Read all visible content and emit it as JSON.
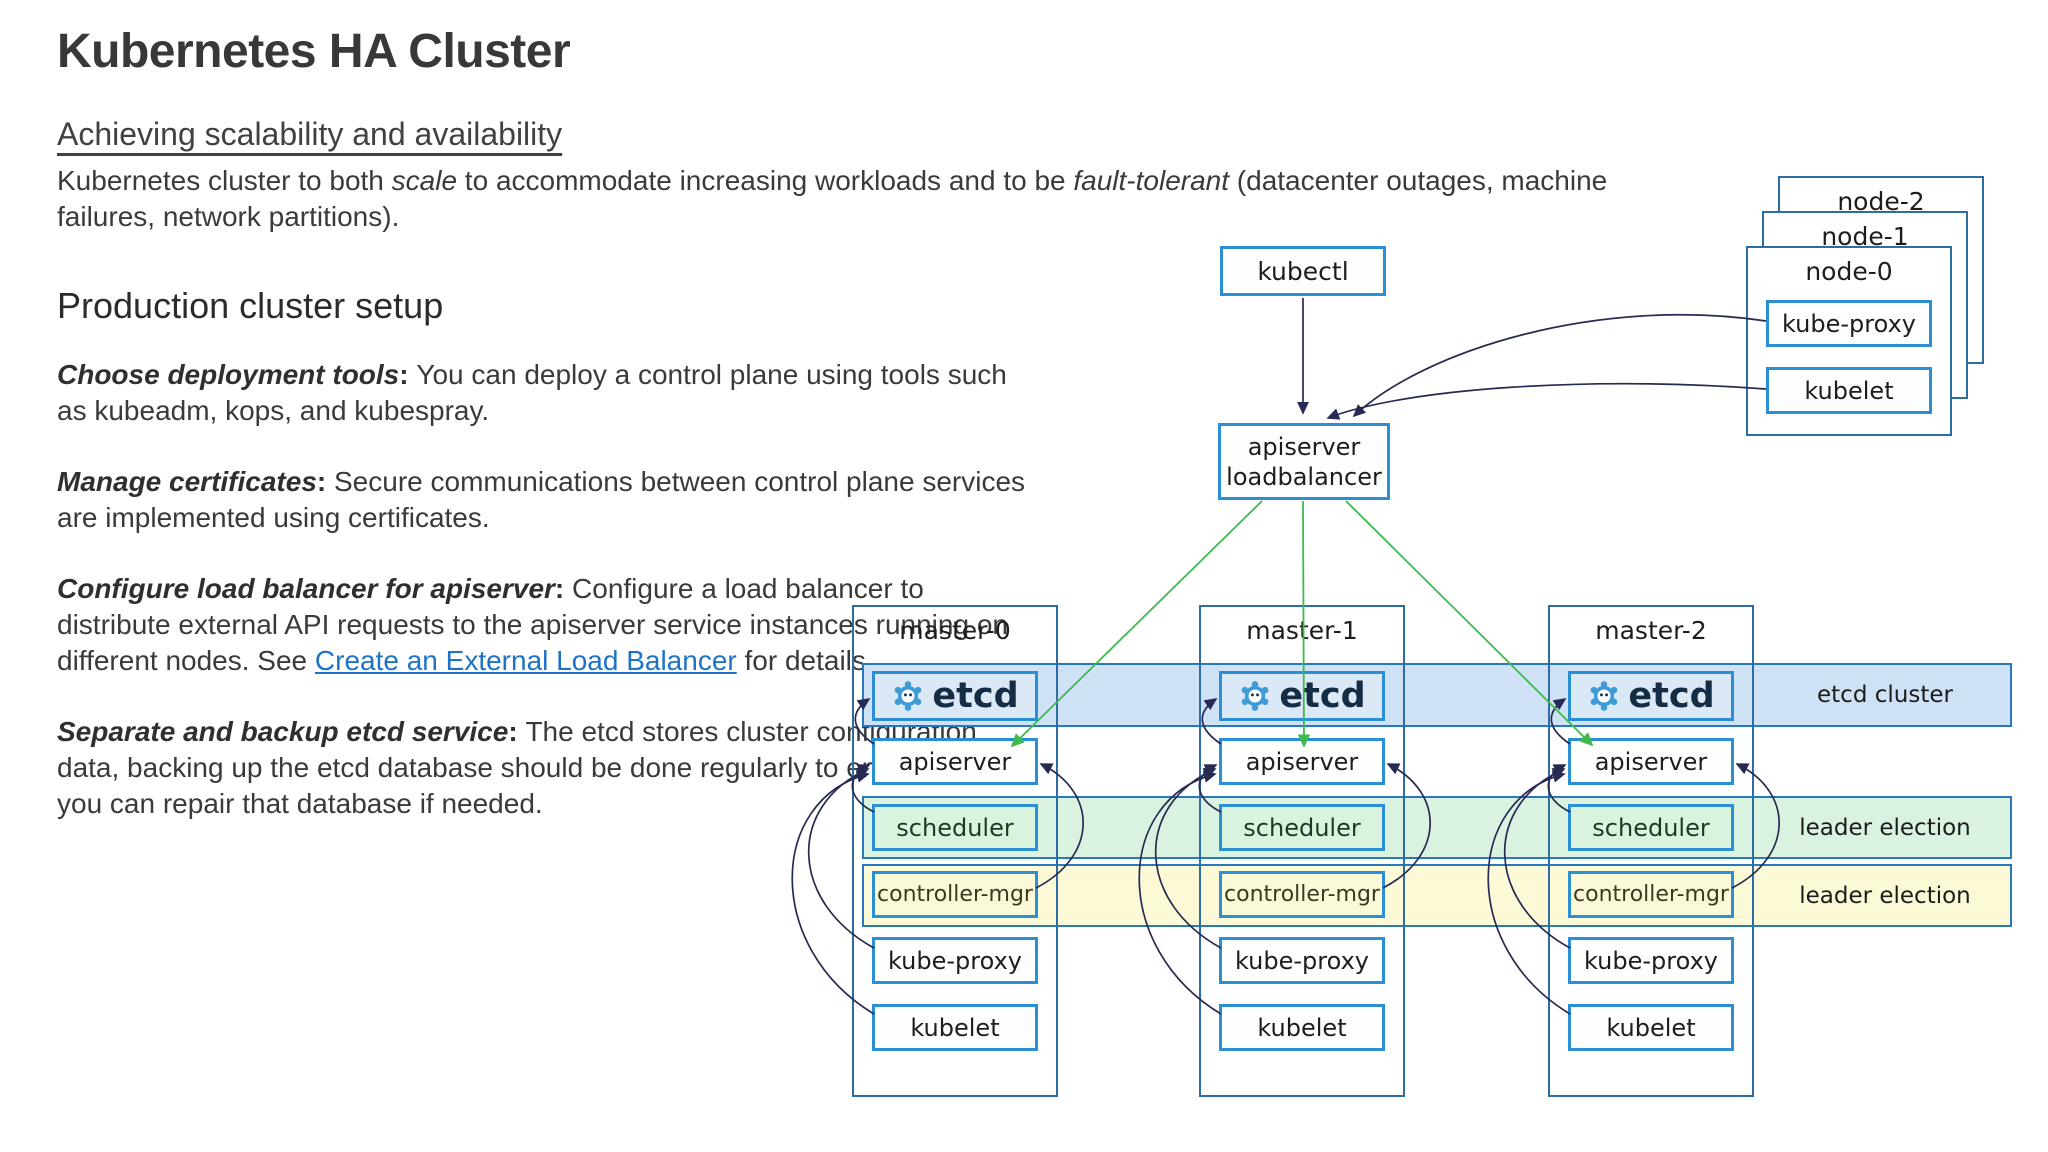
{
  "header": {
    "title": "Kubernetes HA Cluster",
    "subtitle": "Achieving scalability and availability",
    "intro": {
      "part1": "Kubernetes cluster to both ",
      "italic1": "scale",
      "part2": " to accommodate increasing workloads and to be ",
      "italic2": "fault-tolerant",
      "part3": " (datacenter outages, machine failures, network partitions)."
    }
  },
  "production": {
    "heading": "Production cluster setup",
    "bullets": [
      {
        "lead": "Choose deployment tools",
        "sep": ": ",
        "body": "You can deploy a control plane using tools such as kubeadm, kops, and kubespray."
      },
      {
        "lead": "Manage certificates",
        "sep": ": ",
        "body": "Secure communications between control plane services are implemented using certificates."
      },
      {
        "lead": "Configure load balancer for apiserver",
        "sep": ": ",
        "body": "Configure a load balancer to distribute external API requests to the apiserver service instances running on different nodes. See ",
        "link_text": "Create an External Load Balancer",
        "body_after": " for details."
      },
      {
        "lead": "Separate and backup etcd service",
        "sep": ": ",
        "body": "The etcd stores cluster configuration data, backing up the etcd database should be done regularly to ensure that you can repair that database if needed."
      }
    ]
  },
  "diagram": {
    "kubectl": "kubectl",
    "loadbalancer_line1": "apiserver",
    "loadbalancer_line2": "loadbalancer",
    "nodes": {
      "back2": "node-2",
      "back1": "node-1",
      "front": "node-0"
    },
    "node_components": [
      "kube-proxy",
      "kubelet"
    ],
    "masters": [
      "master-0",
      "master-1",
      "master-2"
    ],
    "components": [
      "etcd",
      "apiserver",
      "scheduler",
      "controller-mgr",
      "kube-proxy",
      "kubelet"
    ],
    "bands": [
      "etcd cluster",
      "leader election",
      "leader election"
    ],
    "colors": {
      "outer_border": "#2e6da4",
      "inner_border": "#2b8fd6",
      "band_border": "#2878be",
      "band_etcd_fill": "#cfe1f4",
      "band_leader_green_fill": "#d9f3e0",
      "band_leader_yellow_fill": "#fbf9d6",
      "etcd_box_fill": "#dbe9f7",
      "scheduler_box_fill": "#d9f3de",
      "controller_box_fill": "#fbf9d8",
      "arrow_dark": "#272a52",
      "arrow_green": "#3fb94f",
      "link_color": "#1e73c8",
      "etcd_logo_blue": "#3f9bd6"
    }
  }
}
